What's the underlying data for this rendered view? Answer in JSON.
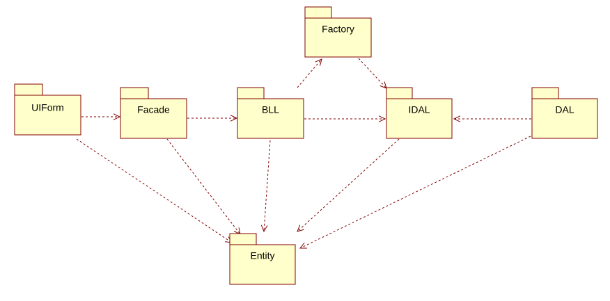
{
  "diagram": {
    "packages": [
      {
        "id": "factory",
        "label": "Factory"
      },
      {
        "id": "uiform",
        "label": "UIForm"
      },
      {
        "id": "facade",
        "label": "Facade"
      },
      {
        "id": "bll",
        "label": "BLL"
      },
      {
        "id": "idal",
        "label": "IDAL"
      },
      {
        "id": "dal",
        "label": "DAL"
      },
      {
        "id": "entity",
        "label": "Entity"
      }
    ],
    "dependencies": [
      {
        "from": "uiform",
        "to": "facade"
      },
      {
        "from": "facade",
        "to": "bll"
      },
      {
        "from": "bll",
        "to": "idal"
      },
      {
        "from": "bll",
        "to": "factory"
      },
      {
        "from": "factory",
        "to": "idal"
      },
      {
        "from": "dal",
        "to": "idal"
      },
      {
        "from": "uiform",
        "to": "entity"
      },
      {
        "from": "facade",
        "to": "entity"
      },
      {
        "from": "bll",
        "to": "entity"
      },
      {
        "from": "idal",
        "to": "entity"
      },
      {
        "from": "dal",
        "to": "entity"
      }
    ],
    "colors": {
      "package_fill": "#ffffcc",
      "outline": "#800000"
    }
  }
}
